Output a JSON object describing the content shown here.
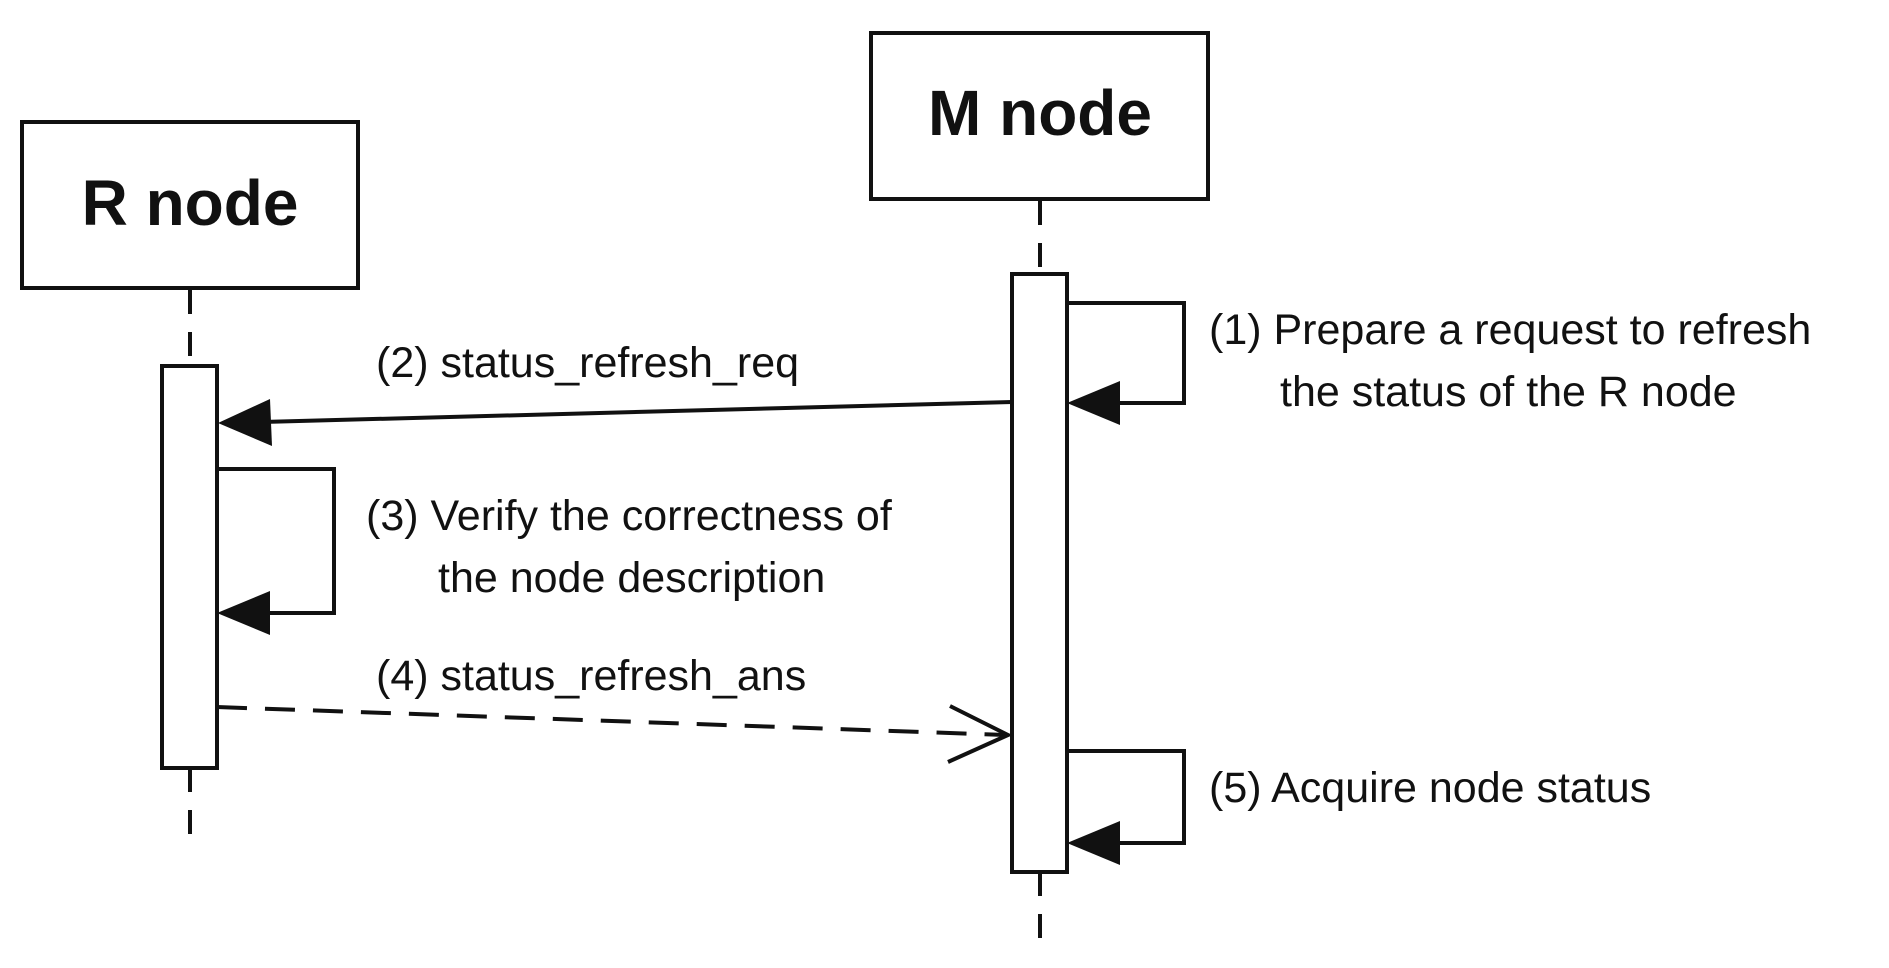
{
  "actors": {
    "r_node": {
      "label": "R node"
    },
    "m_node": {
      "label": "M node"
    }
  },
  "steps": {
    "step1": {
      "line1": "(1) Prepare a request to refresh",
      "line2": "the status of the R node"
    },
    "step2": {
      "label": "(2) status_refresh_req"
    },
    "step3": {
      "line1": "(3) Verify the correctness of",
      "line2": "the node description"
    },
    "step4": {
      "label": "(4) status_refresh_ans"
    },
    "step5": {
      "label": "(5) Acquire node status"
    }
  },
  "colors": {
    "stroke": "#111111",
    "background": "#ffffff"
  }
}
